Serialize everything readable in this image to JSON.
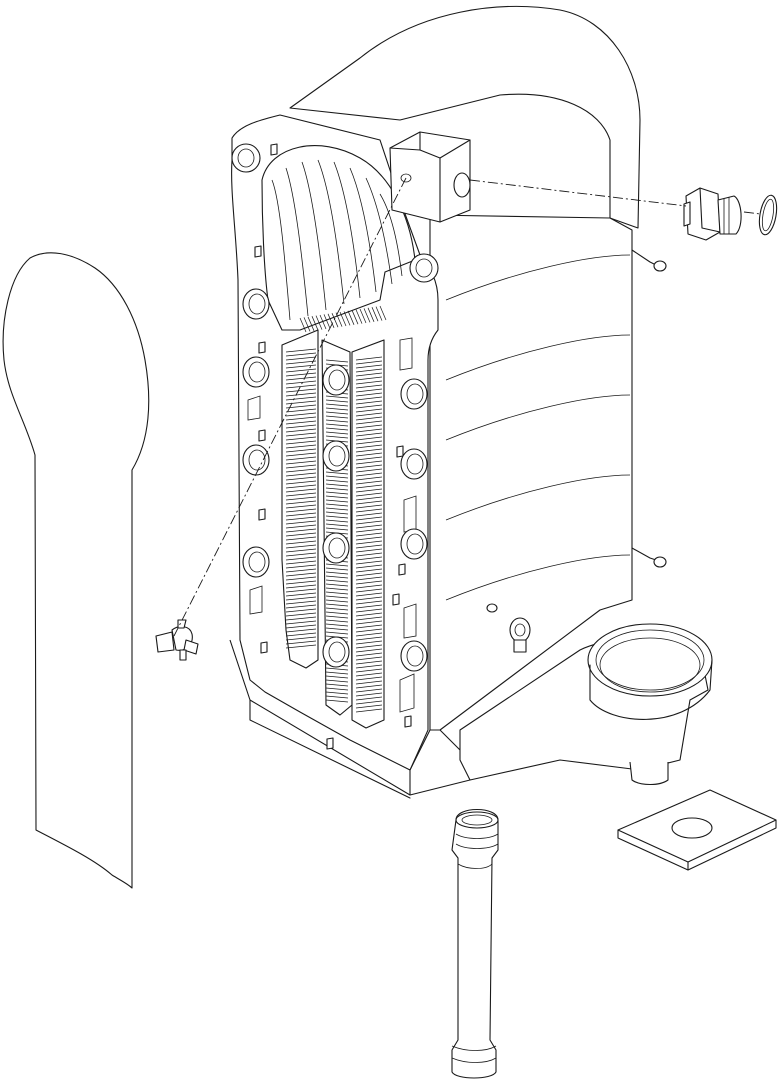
{
  "diagram": {
    "parts": [
      {
        "id": "gasket-cover",
        "icon": "gasket-outline"
      },
      {
        "id": "heat-exchanger",
        "icon": "heat-exchanger-block"
      },
      {
        "id": "sensor-housing",
        "icon": "sensor-boss"
      },
      {
        "id": "threaded-plug",
        "icon": "plug-fitting"
      },
      {
        "id": "o-ring",
        "icon": "o-ring"
      },
      {
        "id": "wing-nut",
        "icon": "wing-nut"
      },
      {
        "id": "flue-collar",
        "icon": "flue-collar-ring"
      },
      {
        "id": "square-gasket",
        "icon": "square-gasket"
      },
      {
        "id": "condensate-pipe",
        "icon": "pipe"
      }
    ],
    "line_color": "#1a1a1a",
    "background": "#ffffff"
  }
}
